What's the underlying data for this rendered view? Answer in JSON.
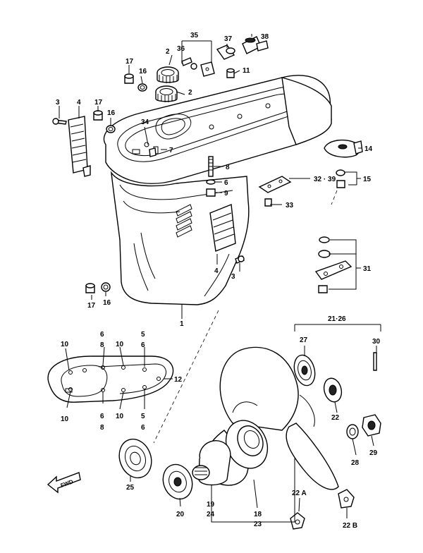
{
  "callouts": {
    "c1": "1",
    "c2a": "2",
    "c2b": "2",
    "c3a": "3",
    "c3b": "3",
    "c4a": "4",
    "c4b": "4",
    "c5a": "5",
    "c6a": "6",
    "c5b": "5",
    "c6b": "6",
    "c6c": "6",
    "c8a": "8",
    "c6d": "6",
    "c8b": "8",
    "c6e": "6",
    "c7": "7",
    "c8c": "8",
    "c9": "9",
    "c10a": "10",
    "c10b": "10",
    "c10c": "10",
    "c10d": "10",
    "c11": "11",
    "c12": "12",
    "c14": "14",
    "c15": "15",
    "c16a": "16",
    "c16b": "16",
    "c16c": "16",
    "c17a": "17",
    "c17b": "17",
    "c17c": "17",
    "c18": "18",
    "c19": "19",
    "c20": "20",
    "c21_26": "21·26",
    "c22": "22",
    "c22a": "22 A",
    "c22b": "22 B",
    "c23": "23",
    "c24": "24",
    "c25": "25",
    "c27": "27",
    "c28": "28",
    "c29": "29",
    "c30": "30",
    "c31": "31",
    "c32_39": "32 · 39",
    "c33": "33",
    "c34": "34",
    "c35": "35",
    "c36": "36",
    "c37": "37",
    "c38": "38",
    "fwd": "FWD"
  }
}
